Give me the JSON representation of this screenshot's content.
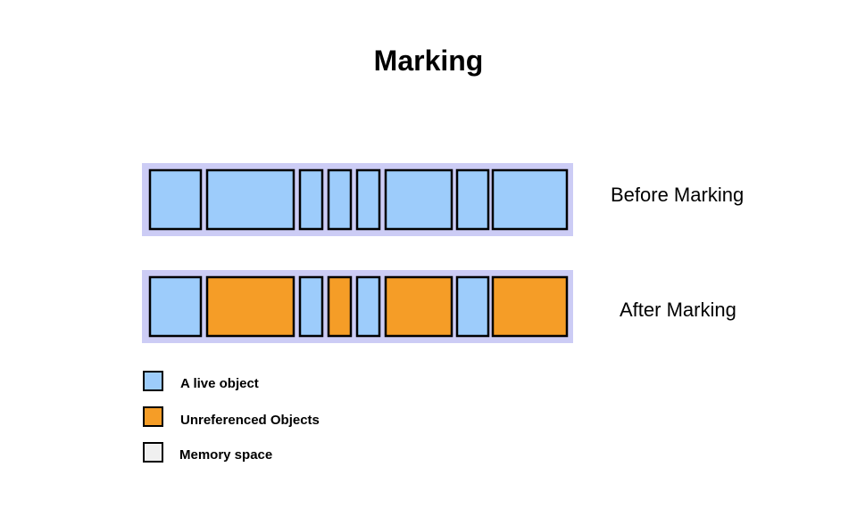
{
  "title": "Marking",
  "colors": {
    "live": "#9dccfb",
    "unreferenced": "#f59d27",
    "memory": "#f0f0f0",
    "heap_background": "#ccccf5",
    "outline": "#000000"
  },
  "rows": [
    {
      "label": "Before Marking",
      "blocks": [
        "live",
        "live",
        "live",
        "live",
        "live",
        "live",
        "live",
        "live"
      ]
    },
    {
      "label": "After Marking",
      "blocks": [
        "live",
        "unreferenced",
        "live",
        "unreferenced",
        "live",
        "unreferenced",
        "live",
        "unreferenced"
      ]
    }
  ],
  "legend": [
    {
      "key": "live",
      "label": "A live object"
    },
    {
      "key": "unreferenced",
      "label": "Unreferenced Objects"
    },
    {
      "key": "memory",
      "label": "Memory space"
    }
  ]
}
